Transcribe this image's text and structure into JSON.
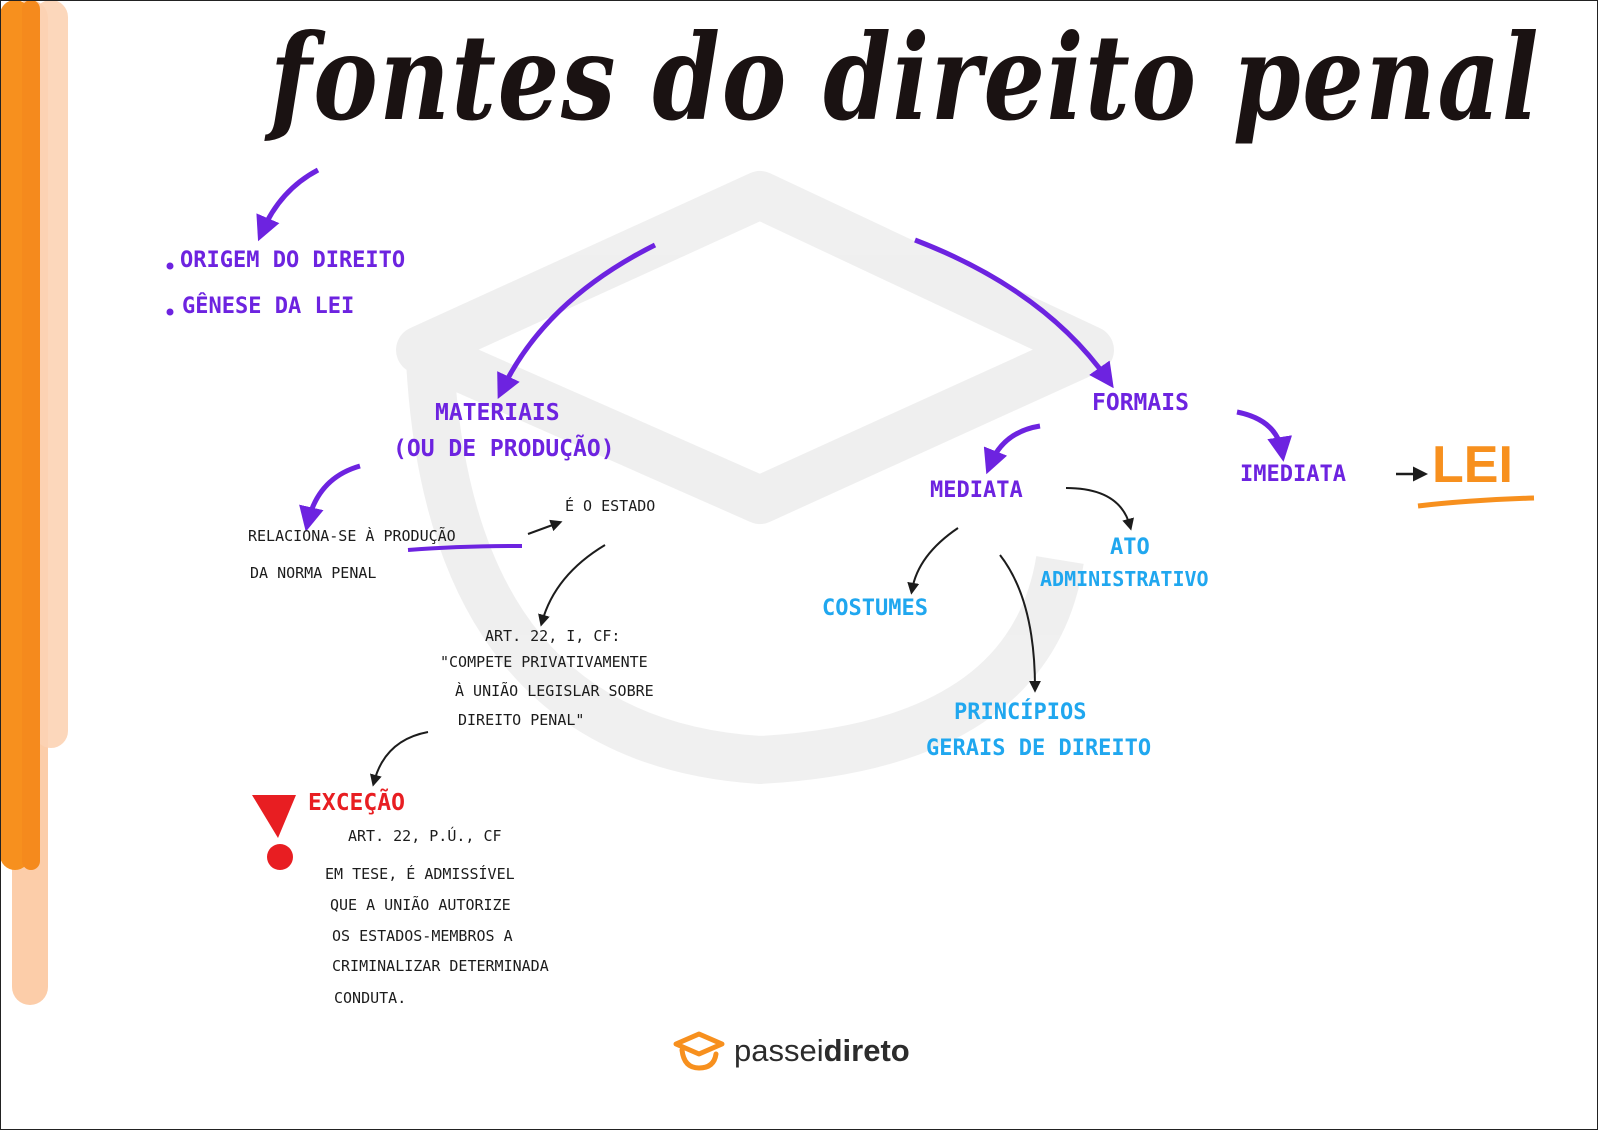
{
  "title": "fontes do direito penal",
  "left_bullets": [
    "ORIGEM DO DIREITO",
    "GÊNESE DA LEI"
  ],
  "materiais": {
    "label": "MATERIAIS",
    "sublabel": "(OU DE PRODUÇÃO)",
    "desc_line1_prefix": "RELACIONA-SE À",
    "desc_line1_highlight": "PRODUÇÃO",
    "desc_line2": "DA NORMA PENAL",
    "estado": "É O ESTADO",
    "art_ref": "ART. 22, I, CF:",
    "quote_line1": "\"COMPETE PRIVATIVAMENTE",
    "quote_line2": "À UNIÃO LEGISLAR SOBRE",
    "quote_line3": "DIREITO PENAL\"",
    "excecao_label": "EXCEÇÃO",
    "excecao_ref": "ART. 22, P.Ú., CF",
    "excecao_lines": [
      "EM TESE, É ADMISSÍVEL",
      "QUE A UNIÃO AUTORIZE",
      "OS ESTADOS-MEMBROS A",
      "CRIMINALIZAR DETERMINADA",
      "CONDUTA."
    ]
  },
  "formais": {
    "label": "FORMAIS",
    "mediata": "MEDIATA",
    "imediata": "IMEDIATA",
    "lei": "LEI",
    "costumes": "COSTUMES",
    "ato_line1": "ATO",
    "ato_line2": "ADMINISTRATIVO",
    "principios_line1": "PRINCÍPIOS",
    "principios_line2": "GERAIS DE DIREITO"
  },
  "logo": {
    "brand_light": "passei",
    "brand_bold": "direto"
  },
  "colors": {
    "purple": "#6d23e0",
    "blue": "#20a7ef",
    "orange": "#f7901e",
    "red": "#e81e22"
  }
}
